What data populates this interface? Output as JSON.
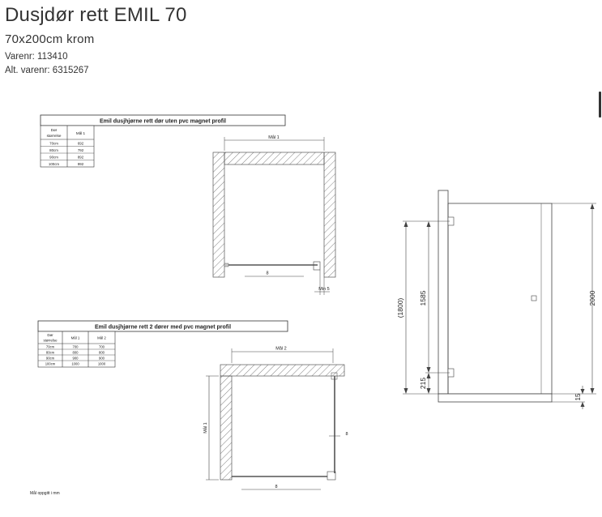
{
  "product": {
    "title": "Dusjdør rett EMIL 70",
    "subtitle": "70x200cm krom",
    "item_number": "Varenr: 113410",
    "alt_item_number": "Alt. varenr: 6315267"
  },
  "table1": {
    "title": "Emil dusjhjørne rett dør uten pvc magnet profil",
    "header_col1_line1": "Dør",
    "header_col1_line2": "størrelse",
    "header_col2": "Mål 1",
    "rows": [
      [
        "70cm",
        "692"
      ],
      [
        "80cm",
        "792"
      ],
      [
        "90cm",
        "892"
      ],
      [
        "100cm",
        "992"
      ]
    ]
  },
  "table2": {
    "title": "Emil dusjhjørne rett 2 dører med pvc magnet profil",
    "header_col1_line1": "Dør",
    "header_col1_line2": "størrelse",
    "header_col2": "Mål 1",
    "header_col3": "Mål 2",
    "rows": [
      [
        "70cm",
        "700",
        "700"
      ],
      [
        "80cm",
        "800",
        "800"
      ],
      [
        "90cm",
        "900",
        "900"
      ],
      [
        "100cm",
        "1000",
        "1000"
      ]
    ]
  },
  "drawing1": {
    "dim_top": "Mål 1",
    "dim_gap": "8",
    "dim_min": "Min 5"
  },
  "drawing2": {
    "dim_top": "Mål 2",
    "dim_left": "Mål 1",
    "dim_gap_right": "8",
    "dim_gap_bottom": "8"
  },
  "elevation": {
    "dim_1800": "(1800)",
    "dim_1585": "1585",
    "dim_215": "215",
    "dim_2000": "2000",
    "dim_15": "15"
  },
  "footnote": "Mål oppgitt i mm"
}
